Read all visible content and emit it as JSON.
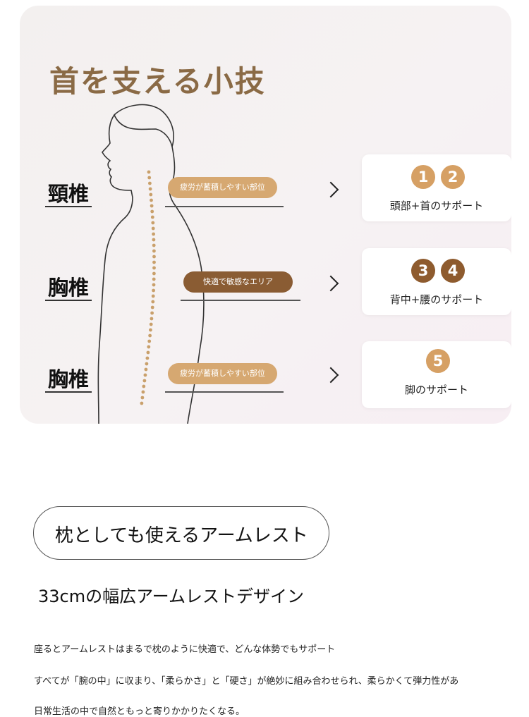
{
  "panel": {
    "title": "首を支える小技",
    "sections": [
      {
        "label": "頸椎",
        "tag": "疲労が蓄積しやすい部位",
        "tag_style": "light"
      },
      {
        "label": "胸椎",
        "tag": "快適で敏感なエリア",
        "tag_style": "dark"
      },
      {
        "label": "胸椎",
        "tag": "疲労が蓄積しやすい部位",
        "tag_style": "light"
      }
    ],
    "cards": [
      {
        "numbers": [
          "1",
          "2"
        ],
        "text": "頭部+首のサポート"
      },
      {
        "numbers": [
          "3",
          "4"
        ],
        "text": "背中+腰のサポート"
      },
      {
        "numbers": [
          "5"
        ],
        "text": "脚のサポート"
      }
    ],
    "icons": [
      "chevron-right-icon",
      "spine-dots-icon",
      "human-silhouette-icon"
    ],
    "colors": {
      "title": "#8a6a45",
      "tag_light": "#d6a871",
      "tag_dark": "#8a5c33"
    }
  },
  "feature": {
    "pill_label": "枕としても使えるアームレスト",
    "sub_heading": "33cmの幅広アームレストデザイン",
    "body": [
      "座るとアームレストはまるで枕のように快適で、どんな体勢でもサポート",
      "すべてが「腕の中」に収まり、「柔らかさ」と「硬さ」が絶妙に組み合わせられ、柔らかくて弾力性があ",
      "日常生活の中で自然ともっと寄りかかりたくなる。"
    ]
  }
}
